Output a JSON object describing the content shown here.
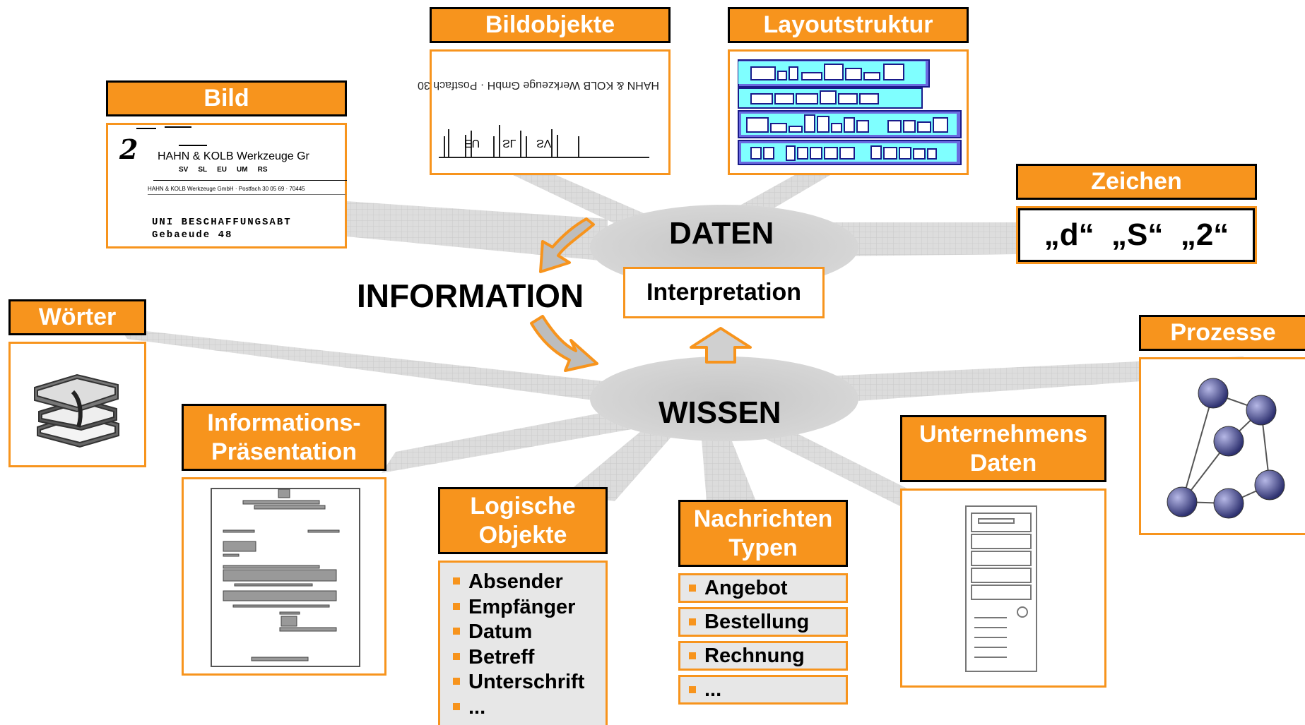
{
  "center": {
    "daten": "DATEN",
    "wissen": "WISSEN",
    "information": "INFORMATION",
    "interpretation": "Interpretation"
  },
  "colors": {
    "accent": "#f7941d",
    "beam": "#c8c8c8",
    "node": "#3a3f7a"
  },
  "icons": {
    "arrows": "curved-arrow-icon",
    "up_arrow": "up-arrow-icon",
    "books": "books-icon",
    "server": "server-icon",
    "graph": "graph-network-icon"
  },
  "bild": {
    "title": "Bild",
    "mark": "2",
    "company": "HAHN & KOLB Werkzeuge Gr",
    "codes": [
      "SV",
      "SL",
      "EU",
      "UM",
      "RS"
    ],
    "address_line": "HAHN & KOLB Werkzeuge GmbH · Postfach 30 05 69 · 70445",
    "recipient": "UNI BESCHAFFUNGSABT",
    "building": "Gebaeude 48"
  },
  "bildobjekte": {
    "title": "Bildobjekte",
    "mirrored_text": "HAHN & KOLB Werkzeuge GmbH · Postfach 30",
    "fragments": [
      "SL",
      "SV",
      "EU"
    ]
  },
  "layoutstruktur": {
    "title": "Layoutstruktur"
  },
  "zeichen": {
    "title": "Zeichen",
    "chars": "„d“  „S“  „2“"
  },
  "woerter": {
    "title": "Wörter"
  },
  "prozesse": {
    "title": "Prozesse"
  },
  "praesentation": {
    "title_line1": "Informations-",
    "title_line2": "Präsentation"
  },
  "logische": {
    "title_line1": "Logische",
    "title_line2": "Objekte",
    "items": [
      "Absender",
      "Empfänger",
      "Datum",
      "Betreff",
      "Unterschrift",
      "..."
    ]
  },
  "nachrichten": {
    "title_line1": "Nachrichten",
    "title_line2": "Typen",
    "items": [
      "Angebot",
      "Bestellung",
      "Rechnung",
      "..."
    ]
  },
  "unternehmen": {
    "title_line1": "Unternehmens",
    "title_line2": "Daten"
  }
}
